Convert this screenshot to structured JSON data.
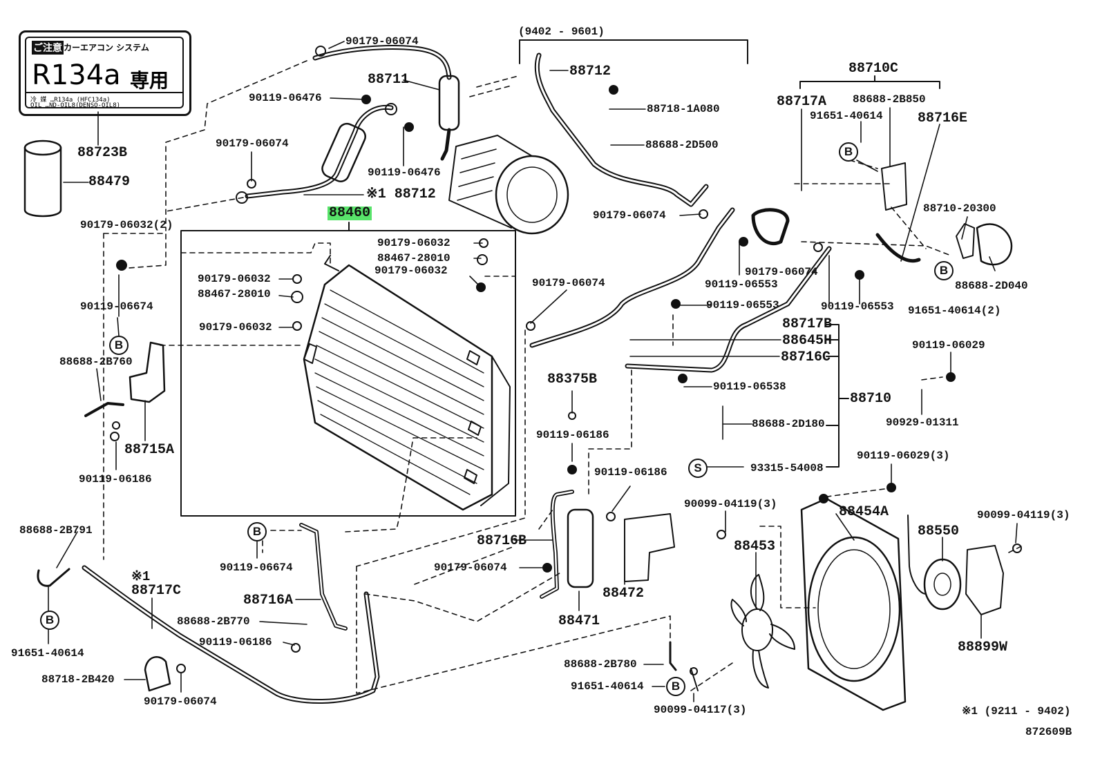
{
  "tag": {
    "code": "ご注意",
    "title": "カーエアコン システム",
    "refrigerant": "R134a",
    "exclusive": "専用",
    "line1": "冷 媒 …R134a (HFC134a)",
    "line2": "OIL …ND-OIL8(DENSO-OIL8)"
  },
  "labels": {
    "p88723B": "88723B",
    "p88479": "88479",
    "p90179_06074_a": "90179-06074",
    "p88711": "88711",
    "p90119_06476_a": "90119-06476",
    "p90179_06074_b": "90179-06074",
    "p90119_06476_b": "90119-06476",
    "p88712_x1": "※1 88712",
    "p88460": "88460",
    "date_top": "(9402 - 9601)",
    "p88712": "88712",
    "p88718_1A080": "88718-1A080",
    "p88688_2D500": "88688-2D500",
    "p90179_06074_c": "90179-06074",
    "p88710C": "88710C",
    "p88717A": "88717A",
    "p88688_2B850": "88688-2B850",
    "p91651_40614_a": "91651-40614",
    "p88716E": "88716E",
    "p88710_20300": "88710-20300",
    "p88688_2D040": "88688-2D040",
    "p91651_40614_2": "91651-40614(2)",
    "p90179_06032_2": "90179-06032(2)",
    "p90179_06032_a": "90179-06032",
    "p88467_28010_a": "88467-28010",
    "p90179_06032_b": "90179-06032",
    "p90179_06032_c": "90179-06032",
    "p88467_28010_b": "88467-28010",
    "p90179_06032_d": "90179-06032",
    "p90119_06674_a": "90119-06674",
    "p88688_2B760": "88688-2B760",
    "p88715A": "88715A",
    "p90119_06186_a": "90119-06186",
    "p90179_06074_d": "90179-06074",
    "p90179_06074_e": "90179-06074",
    "p90119_06553_a": "90119-06553",
    "p90119_06553_b": "90119-06553",
    "p90119_06553_c": "90119-06553",
    "p88717B": "88717B",
    "p88645H": "88645H",
    "p88716C": "88716C",
    "p90119_06538": "90119-06538",
    "p88710": "88710",
    "p88688_2D180": "88688-2D180",
    "p93315_54008": "93315-54008",
    "p88375B": "88375B",
    "p90119_06186_b": "90119-06186",
    "p90119_06186_c": "90119-06186",
    "p90119_06029": "90119-06029",
    "p90929_01311": "90929-01311",
    "p90119_06029_3": "90119-06029(3)",
    "p90099_04119_3a": "90099-04119(3)",
    "p90099_04119_3b": "90099-04119(3)",
    "p88454A": "88454A",
    "p88550": "88550",
    "p88453": "88453",
    "p88899W": "88899W",
    "p88716B": "88716B",
    "p90179_06074_f": "90179-06074",
    "p88472": "88472",
    "p88471": "88471",
    "p88688_2B791": "88688-2B791",
    "p91651_40614_b": "91651-40614",
    "x1_mark": "※1",
    "p88717C": "88717C",
    "p88718_2B420": "88718-2B420",
    "p90179_06074_g": "90179-06074",
    "p90119_06674_b": "90119-06674",
    "p88716A": "88716A",
    "p88688_2B770": "88688-2B770",
    "p90119_06186_d": "90119-06186",
    "p88688_2B780": "88688-2B780",
    "p91651_40614_c": "91651-40614",
    "p90099_04117_3": "90099-04117(3)",
    "note_x1": "※1 (9211 - 9402)",
    "diagram_id": "872609B"
  },
  "callouts": {
    "b": "B",
    "s": "S"
  },
  "colors": {
    "ink": "#111111",
    "highlight": "#58e36a"
  }
}
